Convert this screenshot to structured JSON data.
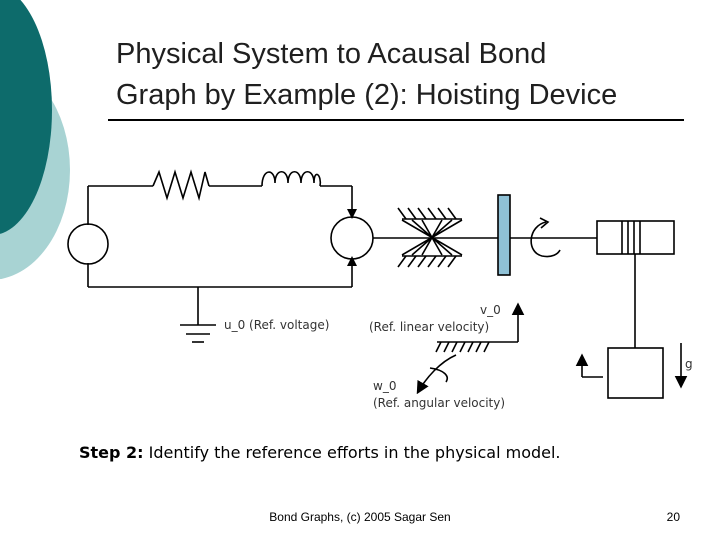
{
  "slide": {
    "title_line1": "Physical System to Acausal Bond",
    "title_line2": "Graph by Example (2): Hoisting Device",
    "step_label": "Step 2:",
    "step_text": " Identify the reference efforts in the physical model.",
    "footer": "Bond Graphs, (c) 2005 Sagar Sen",
    "page_number": "20"
  },
  "diagram": {
    "ground_label": "u_0 (Ref. voltage)",
    "linear_symbol": "v_0",
    "linear_label": "(Ref. linear velocity)",
    "angular_symbol": "w_0",
    "angular_label": "(Ref. angular velocity)",
    "gravity_label": "g"
  },
  "colors": {
    "deco_dark": "#0d6b6b",
    "deco_light": "#a8d3d3",
    "shaft_disc": "#8fc1d6"
  }
}
